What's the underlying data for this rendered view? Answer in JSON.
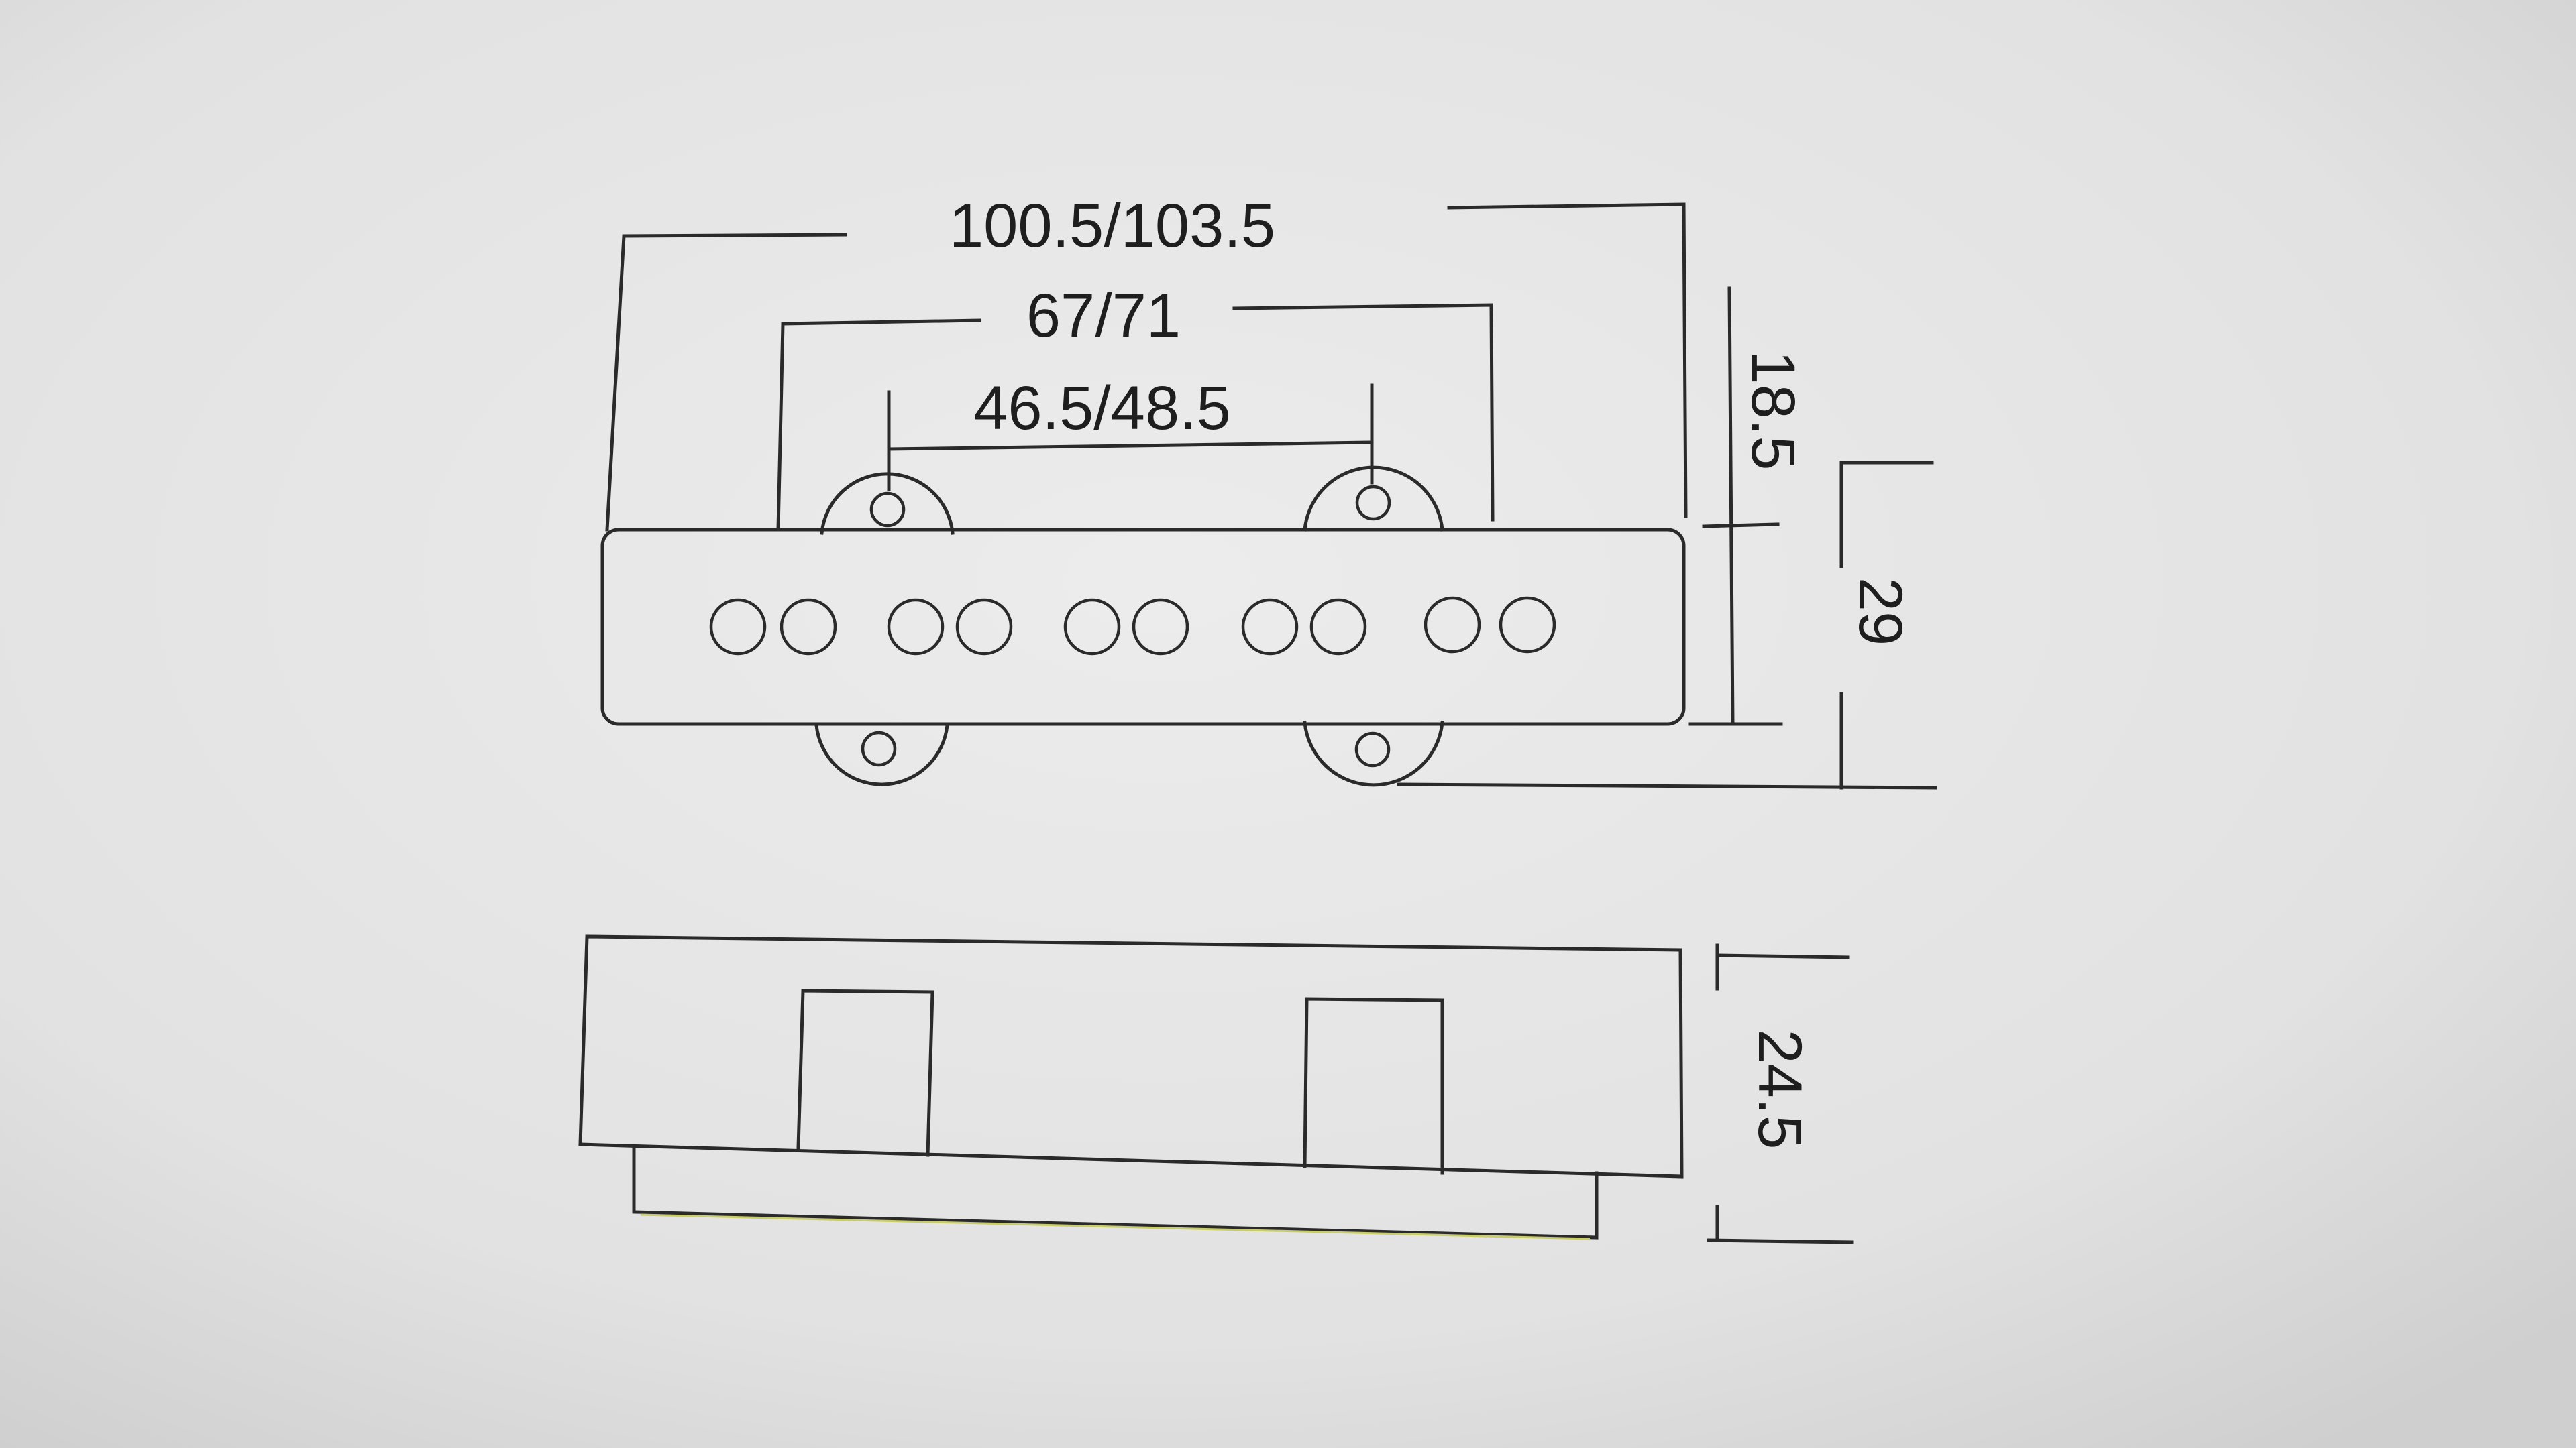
{
  "dimensions": {
    "overall_length": "100.5/103.5",
    "mount_spacing": "67/71",
    "ear_spacing": "46.5/48.5",
    "body_width": "18.5",
    "overall_width": "29",
    "height": "24.5"
  },
  "pole_count": 10,
  "colors": {
    "background": "#e6e6e6",
    "line": "#2a2a2a"
  }
}
